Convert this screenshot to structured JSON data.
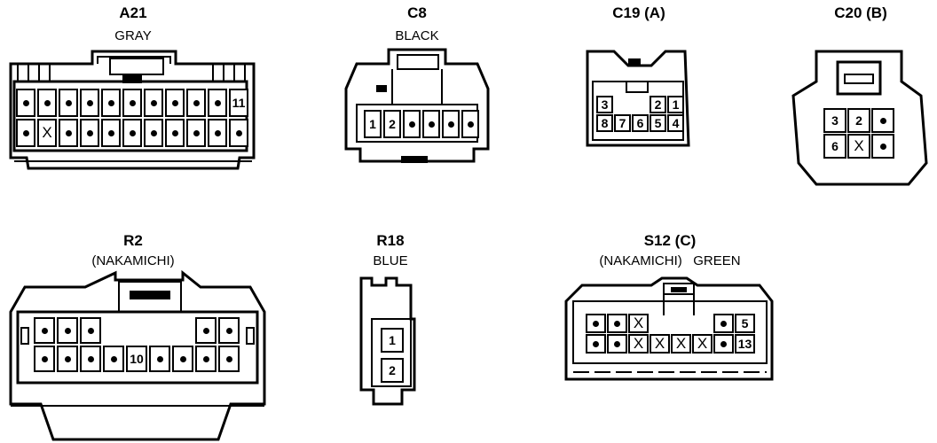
{
  "connectors": [
    {
      "id": "a21",
      "code": "A21",
      "subtitle": "GRAY",
      "rows": [
        [
          "dot",
          "dot",
          "dot",
          "dot",
          "dot",
          "dot",
          "dot",
          "dot",
          "dot",
          "dot",
          "11"
        ],
        [
          "dot",
          "X",
          "dot",
          "dot",
          "dot",
          "dot",
          "dot",
          "dot",
          "dot",
          "dot",
          "dot"
        ]
      ]
    },
    {
      "id": "c8",
      "code": "C8",
      "subtitle": "BLACK",
      "rows": [
        [
          "1",
          "2",
          "dot",
          "dot",
          "dot",
          "dot"
        ]
      ]
    },
    {
      "id": "c19",
      "code": "C19 (A)",
      "subtitle": "",
      "rows": [
        [
          "3",
          "",
          "",
          "2",
          "1"
        ],
        [
          "8",
          "7",
          "6",
          "5",
          "4"
        ]
      ]
    },
    {
      "id": "c20",
      "code": "C20 (B)",
      "subtitle": "",
      "rows": [
        [
          "3",
          "2",
          "dot"
        ],
        [
          "6",
          "X",
          "dot"
        ]
      ]
    },
    {
      "id": "r2",
      "code": "R2",
      "subtitle": "(NAKAMICHI)",
      "rows": [
        [
          "dot",
          "dot",
          "dot",
          "",
          "",
          "",
          "",
          "dot",
          "dot"
        ],
        [
          "dot",
          "dot",
          "dot",
          "dot",
          "10",
          "dot",
          "dot",
          "dot",
          "dot"
        ]
      ]
    },
    {
      "id": "r18",
      "code": "R18",
      "subtitle": "BLUE",
      "rows": [
        [
          "1"
        ],
        [
          "2"
        ]
      ]
    },
    {
      "id": "s12",
      "code": "S12 (C)",
      "subtitle": "(NAKAMICHI)   GREEN",
      "rows": [
        [
          "dot",
          "dot",
          "X",
          "",
          "",
          "",
          "dot",
          "5"
        ],
        [
          "dot",
          "dot",
          "X",
          "X",
          "X",
          "X",
          "dot",
          "13"
        ]
      ]
    }
  ]
}
